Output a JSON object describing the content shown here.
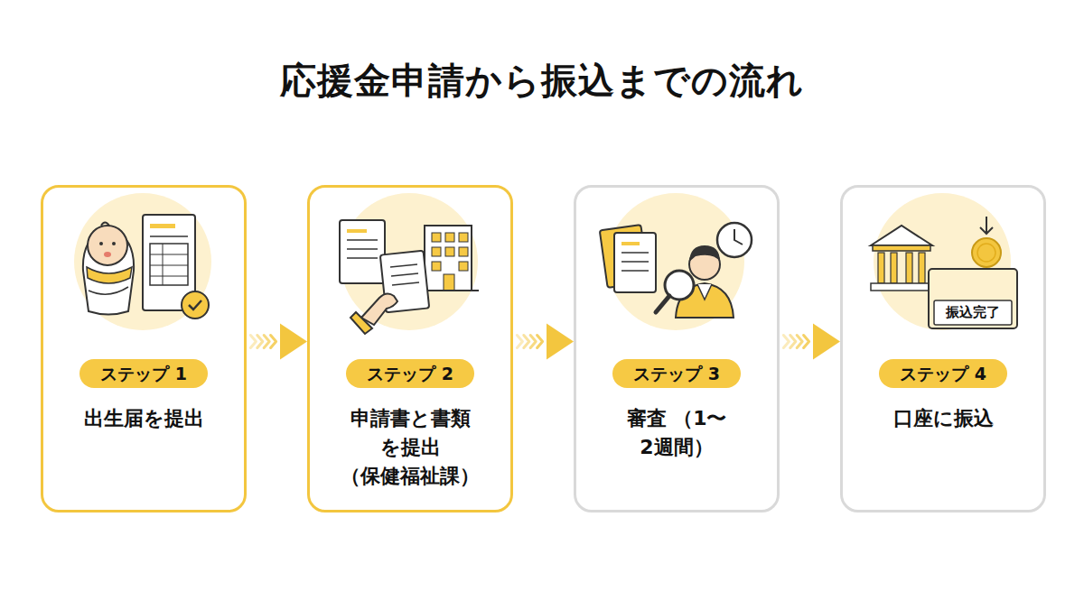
{
  "diagram": {
    "title": "応援金申請から振込までの流れ",
    "nodes": [
      {
        "text": [
          "出生届を提出"
        ]
      },
      {
        "text": [
          "ステップ 1"
        ],
        "in": 0
      },
      {
        "text": [
          "申請書と書類 を提出 （保健福祉課）"
        ]
      },
      {
        "text": [
          "ステップ 2"
        ],
        "in": 2
      },
      {
        "text": [
          "審査 （1〜2週間）"
        ]
      },
      {
        "text": [
          "ステップ 3"
        ],
        "in": 4
      },
      {
        "text": [
          "口座に振込"
        ]
      },
      {
        "text": [
          "ステップ 4"
        ],
        "in": 6
      }
    ],
    "edges": [
      {
        "from": 0,
        "to": 2,
        "arrow": "to"
      },
      {
        "from": 2,
        "to": 4,
        "arrow": "to"
      },
      {
        "from": 4,
        "to": 6,
        "arrow": "to"
      }
    ],
    "labels": [
      "振込完了"
    ]
  }
}
